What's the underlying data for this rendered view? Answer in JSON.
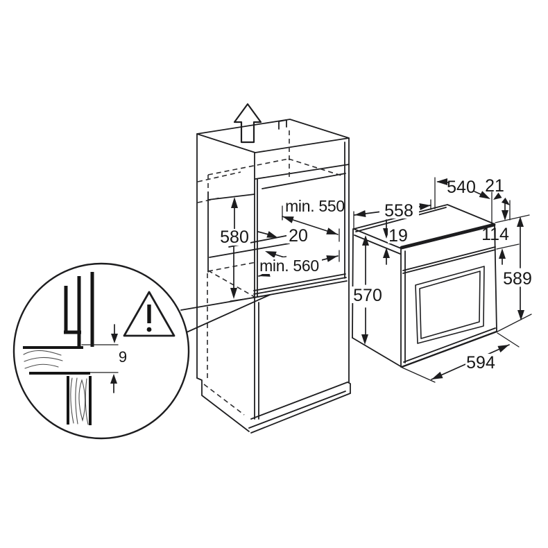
{
  "diagram": {
    "dimensions": {
      "niche_height": "580",
      "niche_depth": "min. 550",
      "rear_gap": "20",
      "niche_width": "min. 560",
      "oven_depth": "540",
      "door_protrusion": "21",
      "oven_top_width": "558",
      "top_frame": "19",
      "control_panel_height": "114",
      "oven_front_height": "589",
      "oven_side_height": "570",
      "oven_front_width": "594",
      "bottom_gap": "9"
    },
    "icons": {
      "up_arrow": "removal-direction-arrow",
      "warning": "warning-triangle"
    },
    "colors": {
      "line": "#1d1d1f",
      "background": "#ffffff",
      "wood_grain": "#4a4a4a"
    }
  }
}
